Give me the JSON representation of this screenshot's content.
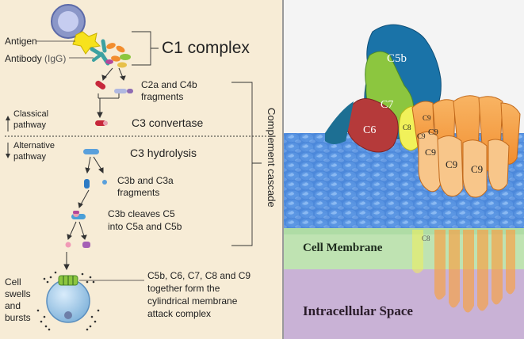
{
  "left": {
    "antigen_label": "Antigen",
    "antibody_label": "Antibody",
    "antibody_type": "(IgG)",
    "c1_complex": "C1 complex",
    "fragments_c2a_c4b": [
      "C2a and C4b",
      "fragments"
    ],
    "c3_convertase": "C3 convertase",
    "classical_pathway": [
      "Classical",
      "pathway"
    ],
    "alternative_pathway": [
      "Alternative",
      "pathway"
    ],
    "c3_hydrolysis": "C3 hydrolysis",
    "fragments_c3b_c3a": [
      "C3b and C3a",
      "fragments"
    ],
    "c3b_cleaves": [
      "C3b cleaves C5",
      "into C5a and C5b"
    ],
    "complement_cascade": "Complement cascade",
    "cell_outcome": [
      "Cell",
      "swells",
      "and",
      "bursts"
    ],
    "mac_description": [
      "C5b, C6, C7, C8 and C9",
      "together form the",
      "cylindrical membrane",
      "attack complex"
    ]
  },
  "right": {
    "c5b": "C5b",
    "c6": "C6",
    "c7": "C7",
    "c8": "C8",
    "c8_faded": "C8",
    "c9_small": [
      "C9",
      "C9",
      "C9"
    ],
    "c9_large": [
      "C9",
      "C9",
      "C9"
    ],
    "cell_membrane": "Cell Membrane",
    "intracellular_space": "Intracellular Space"
  },
  "colors": {
    "left_bg": "#f7ecd6",
    "right_bg": "#f3f3f3",
    "membrane_blue": "#4f87d6",
    "membrane_green": "#bfe3b2",
    "intracellular": "#c9b2d6",
    "c5b": "#1a73a8",
    "c6": "#b53a3a",
    "c7": "#8cc63f",
    "c8": "#f1f15a",
    "c9": "#f6a34a"
  }
}
